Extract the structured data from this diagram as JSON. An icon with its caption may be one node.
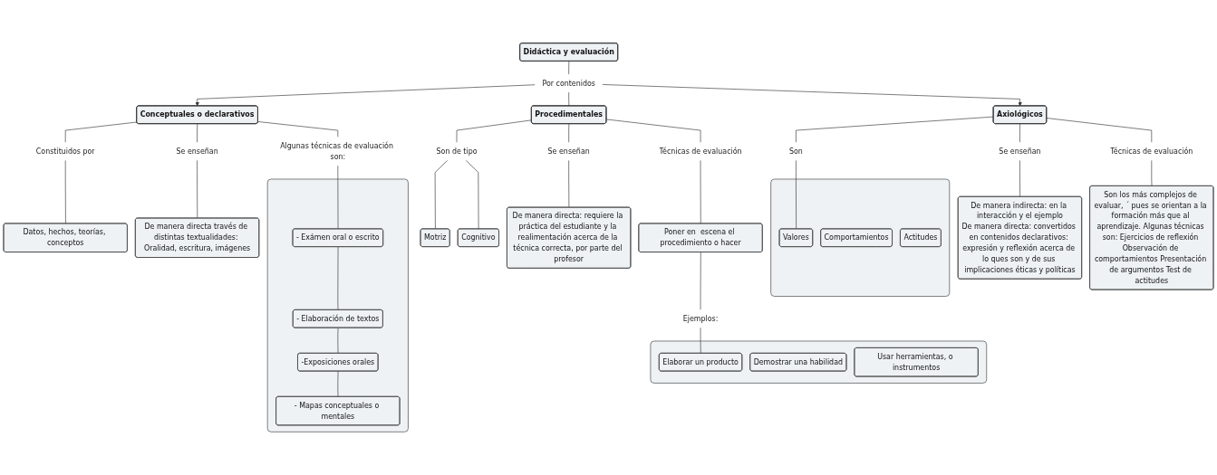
{
  "diagram": {
    "nodes": [
      {
        "text": [
          "Didáctica y evaluación"
        ]
      },
      {
        "text": [
          "Por  contenidos"
        ]
      },
      {
        "text": [
          "Conceptuales o declarativos"
        ]
      },
      {
        "text": [
          "Procedimentales"
        ]
      },
      {
        "text": [
          "Axiológicos"
        ]
      },
      {
        "text": [
          "Constituidos por"
        ]
      },
      {
        "text": [
          "Se enseñan"
        ]
      },
      {
        "text": [
          "Algunas técnicas de evaluación son:"
        ]
      },
      {
        "text": [
          "Datos, hechos, teorías, conceptos"
        ]
      },
      {
        "text": [
          "De manera directa través de distintas textualidades: Oralidad, escritura, imágenes"
        ]
      },
      {
        "text": [],
        "shape": "box"
      },
      {
        "text": [
          "- Exámen oral o escrito"
        ],
        "in": 10
      },
      {
        "text": [
          "- Elaboración de textos"
        ],
        "in": 10
      },
      {
        "text": [
          "-Exposiciones orales"
        ],
        "in": 10
      },
      {
        "text": [
          "- Mapas conceptuales o mentales"
        ],
        "in": 10
      },
      {
        "text": [
          "Son de tipo"
        ]
      },
      {
        "text": [
          "Motriz"
        ]
      },
      {
        "text": [
          "Cognitivo"
        ]
      },
      {
        "text": [
          "Se enseñan"
        ]
      },
      {
        "text": [
          "De manera directa: requiere la práctica del estudiante y la realimentación acerca de la técnica correcta, por parte del profesor"
        ]
      },
      {
        "text": [
          "Técnicas de evaluación"
        ]
      },
      {
        "text": [
          "Poner en  escena el procedimiento o hacer"
        ]
      },
      {
        "text": [
          "Ejemplos:"
        ]
      },
      {
        "text": [],
        "shape": "box"
      },
      {
        "text": [
          "Elaborar un producto"
        ],
        "in": 23
      },
      {
        "text": [
          "Demostrar una habilidad"
        ],
        "in": 23
      },
      {
        "text": [
          "Usar herramientas, o instrumentos"
        ],
        "in": 23
      },
      {
        "text": [
          "Son"
        ]
      },
      {
        "text": [],
        "shape": "box"
      },
      {
        "text": [
          "Valores"
        ],
        "in": 28
      },
      {
        "text": [
          "Comportamientos"
        ],
        "in": 28
      },
      {
        "text": [
          "Actitudes"
        ],
        "in": 28
      },
      {
        "text": [
          "Se enseñan"
        ]
      },
      {
        "text": [
          "De manera indirecta: en la interacción y el ejemplo",
          "De manera directa: convertidos en contenidos declarativos: expresión y reflexión acerca de lo ques son y de sus implicaciones éticas y políticas"
        ]
      },
      {
        "text": [
          "Técnicas de evaluación"
        ]
      },
      {
        "text": [
          "Son los más complejos de evaluar, ´ pues se orientan a la formación más que al aprendizaje. Algunas técnicas son: Ejercicios de reflexión Observación de comportamientos Presentación de argumentos Test de actitudes"
        ]
      }
    ],
    "edges": [
      {
        "from": 0,
        "to": 1,
        "arrow": "none"
      },
      {
        "from": 1,
        "to": 2,
        "arrow": "to"
      },
      {
        "from": 1,
        "to": 3,
        "arrow": "none"
      },
      {
        "from": 1,
        "to": 4,
        "arrow": "to"
      },
      {
        "from": 2,
        "to": 5,
        "arrow": "none"
      },
      {
        "from": 5,
        "to": 8,
        "arrow": "none"
      },
      {
        "from": 2,
        "to": 6,
        "arrow": "none"
      },
      {
        "from": 6,
        "to": 9,
        "arrow": "none"
      },
      {
        "from": 2,
        "to": 7,
        "arrow": "none"
      },
      {
        "from": 7,
        "to": 11,
        "arrow": "none"
      },
      {
        "from": 11,
        "to": 12,
        "arrow": "none"
      },
      {
        "from": 12,
        "to": 13,
        "arrow": "none"
      },
      {
        "from": 13,
        "to": 14,
        "arrow": "none"
      },
      {
        "from": 3,
        "to": 15,
        "arrow": "none"
      },
      {
        "from": 15,
        "to": 16,
        "arrow": "none"
      },
      {
        "from": 15,
        "to": 17,
        "arrow": "none"
      },
      {
        "from": 3,
        "to": 18,
        "arrow": "none"
      },
      {
        "from": 18,
        "to": 19,
        "arrow": "none"
      },
      {
        "from": 3,
        "to": 20,
        "arrow": "none"
      },
      {
        "from": 20,
        "to": 21,
        "arrow": "none"
      },
      {
        "from": 21,
        "to": 22,
        "arrow": "none"
      },
      {
        "from": 22,
        "to": 24,
        "arrow": "none"
      },
      {
        "from": 4,
        "to": 27,
        "arrow": "none"
      },
      {
        "from": 27,
        "to": 29,
        "arrow": "none"
      },
      {
        "from": 4,
        "to": 32,
        "arrow": "none"
      },
      {
        "from": 32,
        "to": 33,
        "arrow": "none"
      },
      {
        "from": 4,
        "to": 34,
        "arrow": "none"
      },
      {
        "from": 34,
        "to": 35,
        "arrow": "none"
      }
    ]
  }
}
